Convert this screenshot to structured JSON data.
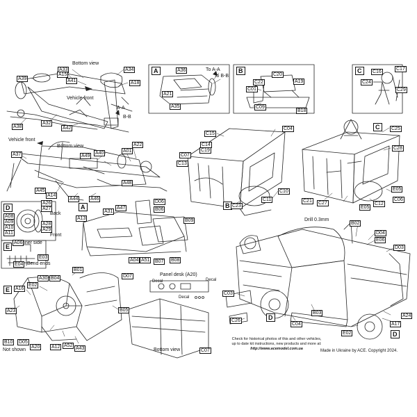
{
  "section_tags": {
    "a": "A",
    "b": "B",
    "c": "C",
    "d": "D",
    "e": "E"
  },
  "titles": {
    "bottom_view_top": "Bottom view",
    "bottom_view_mid": "Bottom view",
    "bottom_view_bottom": "Bottom view",
    "vehicle_front_1": "Vehicle front",
    "vehicle_front_2": "Vehicle front",
    "to_aa": "To A-A",
    "to_bb": "To B-B",
    "aa": "A-A",
    "bb": "B-B",
    "back": "Back",
    "front": "Front",
    "inner_side": "Inner side",
    "bend_ends": "Bend ends",
    "not_shown": "Not shown",
    "panel_desk": "Panel desk (A20)",
    "decal_1": "Decal",
    "decal_2": "Decal",
    "decal_3": "Decal",
    "drill": "Drill 0.3mm"
  },
  "parts": {
    "A33": "A33",
    "A39": "A39",
    "A15": "A15",
    "A41": "A41",
    "A34": "A34",
    "A18": "A18",
    "A38": "A38",
    "A32": "A32",
    "A42": "A42",
    "A37": "A37",
    "A49": "A49",
    "A40": "A40",
    "A22": "A22",
    "A01": "A01",
    "A45": "A45",
    "A14": "A14",
    "A44": "A44",
    "A46": "A46",
    "A48": "A48",
    "A36": "A36",
    "A21": "A21",
    "A35": "A35",
    "C20": "C20",
    "C22": "C22",
    "A19": "A19",
    "C01": "C01",
    "C09": "C09",
    "B18": "B18",
    "C16": "C16",
    "C17": "C17",
    "C24": "C24",
    "C29": "C29",
    "C15": "C15",
    "C04a": "C04",
    "C07": "C07",
    "C14": "C14",
    "C19": "C19",
    "C13": "C13",
    "C23": "C23",
    "C11": "C11",
    "C10": "C10",
    "C25": "C25",
    "C28": "C28",
    "C21": "C21",
    "C27": "C27",
    "E05a": "E05",
    "C12": "C12",
    "E05b": "E05",
    "C06": "C06",
    "A08": "A08",
    "A09": "A09",
    "A10": "A10",
    "A11": "A11",
    "A26": "A26",
    "A27": "A27",
    "A28": "A28",
    "A29": "A29",
    "A06": "A06",
    "E04": "E04",
    "E03": "E03",
    "A13": "A13",
    "A31": "A31",
    "A47": "A47",
    "D06": "D06",
    "B06": "B06",
    "B09": "B09",
    "A04": "A04",
    "A51": "A51",
    "B07": "B07",
    "B08": "B08",
    "B02": "B02",
    "D04": "D04",
    "E06": "E06",
    "D03": "D03",
    "C03": "C03",
    "C26": "C26",
    "C04b": "C04",
    "B03": "B03",
    "A17": "A17",
    "A24": "A24",
    "E02b": "E02",
    "B01": "B01",
    "D07": "D07",
    "A30": "A30",
    "B04": "B04",
    "E02a": "E02",
    "A16": "A16",
    "B05": "B05",
    "A23": "A23",
    "B10": "B10",
    "D05": "D05",
    "A20": "A20",
    "A52": "A52",
    "A43": "A43",
    "A12": "A12",
    "C07b": "C07"
  },
  "footer": {
    "line1": "Check for historical photos of this and  other vehicles,",
    "line2": "up to date kit instructions, new products and more at:",
    "url": "http://www.acemodel.com.ua",
    "made": "Made in Ukraine by ACE. Copyright 2024."
  }
}
